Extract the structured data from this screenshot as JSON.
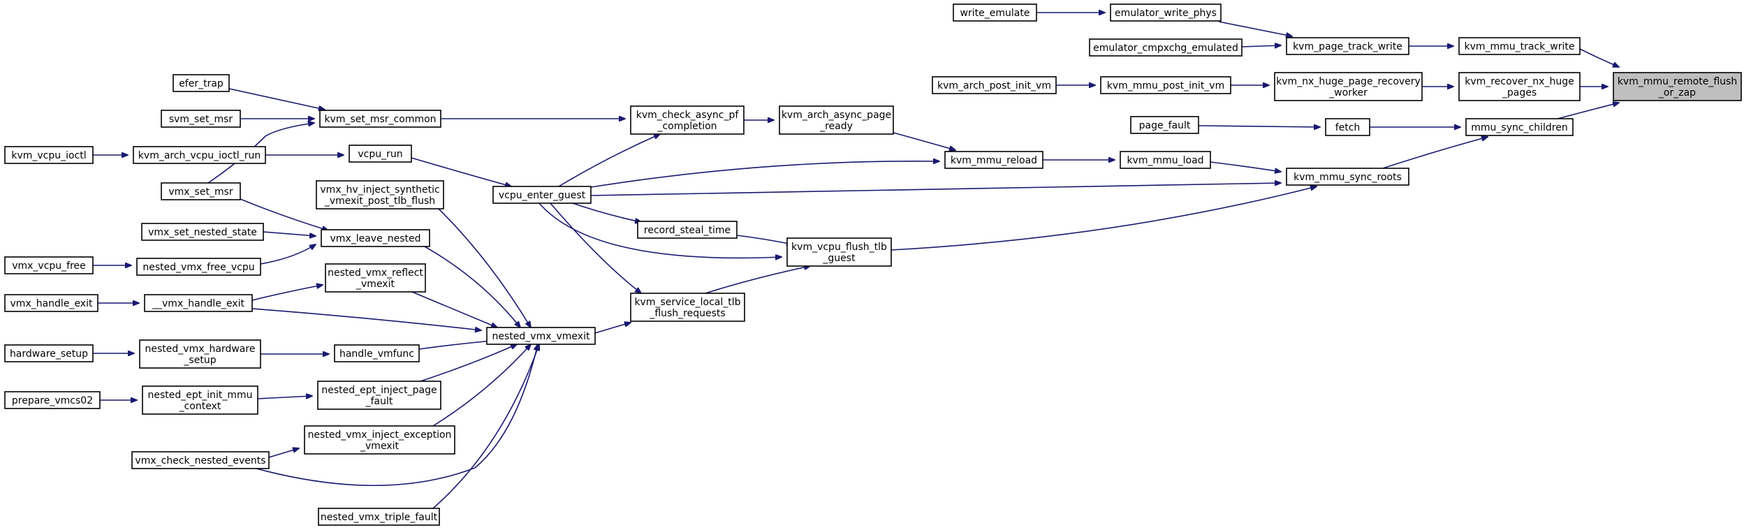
{
  "diagram": {
    "type": "call-graph",
    "colors": {
      "edge": "#191970",
      "node_border": "#000000",
      "node_fill": "#ffffff",
      "highlight_fill": "#bfbfbf"
    },
    "nodes": [
      {
        "id": "n0",
        "lines": [
          "kvm_mmu_remote_flush",
          "_or_zap"
        ],
        "highlight": true
      },
      {
        "id": "n1",
        "lines": [
          "kvm_mmu_track_write"
        ]
      },
      {
        "id": "n2",
        "lines": [
          "kvm_page_track_write"
        ]
      },
      {
        "id": "n3",
        "lines": [
          "emulator_write_phys"
        ]
      },
      {
        "id": "n4",
        "lines": [
          "write_emulate"
        ]
      },
      {
        "id": "n5",
        "lines": [
          "emulator_cmpxchg_emulated"
        ]
      },
      {
        "id": "n6",
        "lines": [
          "kvm_recover_nx_huge",
          "_pages"
        ]
      },
      {
        "id": "n7",
        "lines": [
          "kvm_nx_huge_page_recovery",
          "_worker"
        ]
      },
      {
        "id": "n8",
        "lines": [
          "kvm_mmu_post_init_vm"
        ]
      },
      {
        "id": "n9",
        "lines": [
          "kvm_arch_post_init_vm"
        ]
      },
      {
        "id": "n10",
        "lines": [
          "mmu_sync_children"
        ]
      },
      {
        "id": "n11",
        "lines": [
          "fetch"
        ]
      },
      {
        "id": "n12",
        "lines": [
          "page_fault"
        ]
      },
      {
        "id": "n13",
        "lines": [
          "kvm_mmu_sync_roots"
        ]
      },
      {
        "id": "n14",
        "lines": [
          "kvm_mmu_load"
        ]
      },
      {
        "id": "n15",
        "lines": [
          "kvm_mmu_reload"
        ]
      },
      {
        "id": "n16",
        "lines": [
          "kvm_arch_async_page",
          "_ready"
        ]
      },
      {
        "id": "n17",
        "lines": [
          "kvm_check_async_pf",
          "_completion"
        ]
      },
      {
        "id": "n18",
        "lines": [
          "kvm_set_msr_common"
        ]
      },
      {
        "id": "n19",
        "lines": [
          "efer_trap"
        ]
      },
      {
        "id": "n20",
        "lines": [
          "svm_set_msr"
        ]
      },
      {
        "id": "n21",
        "lines": [
          "vmx_set_msr"
        ]
      },
      {
        "id": "n22",
        "lines": [
          "vcpu_enter_guest"
        ]
      },
      {
        "id": "n23",
        "lines": [
          "vcpu_run"
        ]
      },
      {
        "id": "n24",
        "lines": [
          "kvm_arch_vcpu_ioctl_run"
        ]
      },
      {
        "id": "n25",
        "lines": [
          "kvm_vcpu_ioctl"
        ]
      },
      {
        "id": "n26",
        "lines": [
          "kvm_vcpu_flush_tlb",
          "_guest"
        ]
      },
      {
        "id": "n27",
        "lines": [
          "record_steal_time"
        ]
      },
      {
        "id": "n28",
        "lines": [
          "kvm_service_local_tlb",
          "_flush_requests"
        ]
      },
      {
        "id": "n29",
        "lines": [
          "nested_vmx_vmexit"
        ]
      },
      {
        "id": "n30",
        "lines": [
          "vmx_hv_inject_synthetic",
          "_vmexit_post_tlb_flush"
        ]
      },
      {
        "id": "n31",
        "lines": [
          "vmx_leave_nested"
        ]
      },
      {
        "id": "n32",
        "lines": [
          "vmx_set_nested_state"
        ]
      },
      {
        "id": "n33",
        "lines": [
          "nested_vmx_free_vcpu"
        ]
      },
      {
        "id": "n34",
        "lines": [
          "vmx_vcpu_free"
        ]
      },
      {
        "id": "n35",
        "lines": [
          "nested_vmx_reflect",
          "_vmexit"
        ]
      },
      {
        "id": "n36",
        "lines": [
          "__vmx_handle_exit"
        ]
      },
      {
        "id": "n37",
        "lines": [
          "vmx_handle_exit"
        ]
      },
      {
        "id": "n38",
        "lines": [
          "handle_vmfunc"
        ]
      },
      {
        "id": "n39",
        "lines": [
          "nested_vmx_hardware",
          "_setup"
        ]
      },
      {
        "id": "n40",
        "lines": [
          "hardware_setup"
        ]
      },
      {
        "id": "n41",
        "lines": [
          "nested_ept_inject_page",
          "_fault"
        ]
      },
      {
        "id": "n42",
        "lines": [
          "nested_ept_init_mmu",
          "_context"
        ]
      },
      {
        "id": "n43",
        "lines": [
          "prepare_vmcs02"
        ]
      },
      {
        "id": "n44",
        "lines": [
          "nested_vmx_inject_exception",
          "_vmexit"
        ]
      },
      {
        "id": "n45",
        "lines": [
          "vmx_check_nested_events"
        ]
      },
      {
        "id": "n46",
        "lines": [
          "nested_vmx_triple_fault"
        ]
      }
    ],
    "edges": [
      {
        "from": "n1",
        "to": "n0"
      },
      {
        "from": "n2",
        "to": "n1"
      },
      {
        "from": "n3",
        "to": "n2"
      },
      {
        "from": "n4",
        "to": "n3"
      },
      {
        "from": "n5",
        "to": "n2"
      },
      {
        "from": "n6",
        "to": "n0"
      },
      {
        "from": "n7",
        "to": "n6"
      },
      {
        "from": "n8",
        "to": "n7"
      },
      {
        "from": "n9",
        "to": "n8"
      },
      {
        "from": "n10",
        "to": "n0"
      },
      {
        "from": "n11",
        "to": "n10"
      },
      {
        "from": "n12",
        "to": "n11"
      },
      {
        "from": "n13",
        "to": "n10"
      },
      {
        "from": "n14",
        "to": "n13"
      },
      {
        "from": "n15",
        "to": "n14"
      },
      {
        "from": "n16",
        "to": "n15"
      },
      {
        "from": "n17",
        "to": "n16"
      },
      {
        "from": "n18",
        "to": "n17"
      },
      {
        "from": "n19",
        "to": "n18"
      },
      {
        "from": "n20",
        "to": "n18"
      },
      {
        "from": "n21",
        "to": "n18"
      },
      {
        "from": "n22",
        "to": "n17"
      },
      {
        "from": "n22",
        "to": "n15"
      },
      {
        "from": "n22",
        "to": "n13"
      },
      {
        "from": "n23",
        "to": "n22"
      },
      {
        "from": "n24",
        "to": "n23"
      },
      {
        "from": "n25",
        "to": "n24"
      },
      {
        "from": "n26",
        "to": "n13"
      },
      {
        "from": "n27",
        "to": "n26"
      },
      {
        "from": "n22",
        "to": "n27"
      },
      {
        "from": "n22",
        "to": "n26"
      },
      {
        "from": "n28",
        "to": "n26"
      },
      {
        "from": "n22",
        "to": "n28"
      },
      {
        "from": "n29",
        "to": "n28"
      },
      {
        "from": "n30",
        "to": "n29"
      },
      {
        "from": "n31",
        "to": "n29"
      },
      {
        "from": "n32",
        "to": "n31"
      },
      {
        "from": "n33",
        "to": "n31"
      },
      {
        "from": "n34",
        "to": "n33"
      },
      {
        "from": "n21",
        "to": "n31"
      },
      {
        "from": "n35",
        "to": "n29"
      },
      {
        "from": "n36",
        "to": "n35"
      },
      {
        "from": "n36",
        "to": "n29"
      },
      {
        "from": "n37",
        "to": "n36"
      },
      {
        "from": "n38",
        "to": "n29"
      },
      {
        "from": "n39",
        "to": "n38"
      },
      {
        "from": "n40",
        "to": "n39"
      },
      {
        "from": "n41",
        "to": "n29"
      },
      {
        "from": "n42",
        "to": "n41"
      },
      {
        "from": "n43",
        "to": "n42"
      },
      {
        "from": "n44",
        "to": "n29"
      },
      {
        "from": "n45",
        "to": "n44"
      },
      {
        "from": "n45",
        "to": "n29"
      },
      {
        "from": "n46",
        "to": "n29"
      }
    ]
  }
}
